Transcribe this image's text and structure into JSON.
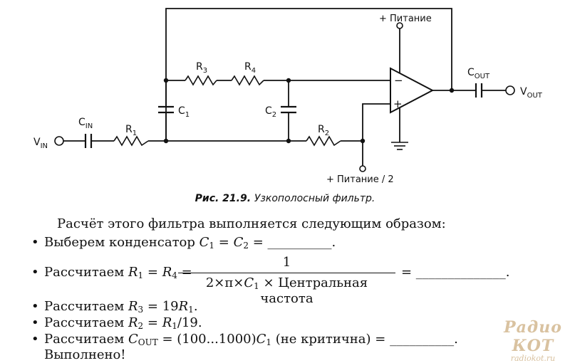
{
  "circuit": {
    "supply_top": "+ Питание",
    "supply_bottom": "+ Питание / 2",
    "vin": "V",
    "vin_sub": "IN",
    "vout": "V",
    "vout_sub": "OUT",
    "cin": "C",
    "cin_sub": "IN",
    "cout": "C",
    "cout_sub": "OUT",
    "r1": "R",
    "r1_sub": "1",
    "r2": "R",
    "r2_sub": "2",
    "r3": "R",
    "r3_sub": "3",
    "r4": "R",
    "r4_sub": "4",
    "c1": "C",
    "c1_sub": "1",
    "c2": "C",
    "c2_sub": "2",
    "minus": "−",
    "plus": "+"
  },
  "caption": {
    "label": "Рис. 21.9.",
    "text": "Узкополосный фильтр."
  },
  "text": {
    "intro": "Расчёт этого фильтра выполняется следующим образом:",
    "bullet": "•",
    "line1_prefix": "Выберем конденсатор ",
    "line1_c1": "C",
    "line1_c1_sub": "1",
    "line1_eq": " = ",
    "line1_c2": "C",
    "line1_c2_sub": "2",
    "line1_blank": " = __________.",
    "line2_prefix": "Рассчитаем ",
    "line2_r1": "R",
    "line2_r1_sub": "1",
    "line2_eq": " = ",
    "line2_r4": "R",
    "line2_r4_sub": "4",
    "line2_eq2": " =",
    "frac_num": "1",
    "frac_den_a": "2×π×",
    "frac_den_c": "C",
    "frac_den_c_sub": "1",
    "frac_den_b": " × Центральная частота",
    "line2_blank": "= ______________.",
    "line3_prefix": "Рассчитаем ",
    "line3_r": "R",
    "line3_r_sub": "3",
    "line3_eq": " = 19",
    "line3_r1": "R",
    "line3_r1_sub": "1",
    "line3_end": ".",
    "line4_prefix": "Рассчитаем ",
    "line4_r": "R",
    "line4_r_sub": "2",
    "line4_eq": " = ",
    "line4_r1": "R",
    "line4_r1_sub": "1",
    "line4_end": "/19.",
    "line5_prefix": "Рассчитаем ",
    "line5_c": "C",
    "line5_c_sub": "OUT",
    "line5_eq": " = (100...1000)",
    "line5_c1": "C",
    "line5_c1_sub": "1",
    "line5_end": " (не критична) = __________.",
    "done": "Выполнено!"
  },
  "watermark": {
    "title": "Радио КОТ",
    "url": "radiokot.ru"
  }
}
